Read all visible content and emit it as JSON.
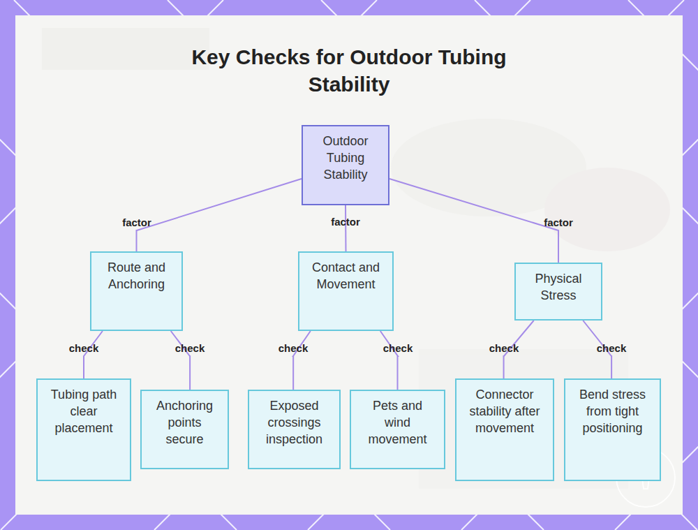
{
  "diagram": {
    "title": "Key Checks for Outdoor Tubing Stability",
    "nodes": [
      {
        "text": [
          "Outdoor Tubing Stability"
        ]
      },
      {
        "text": [
          "Route and Anchoring"
        ]
      },
      {
        "text": [
          "Contact and Movement"
        ]
      },
      {
        "text": [
          "Physical Stress"
        ]
      },
      {
        "text": [
          "Tubing path clear placement"
        ]
      },
      {
        "text": [
          "Anchoring points secure"
        ]
      },
      {
        "text": [
          "Exposed crossings inspection"
        ]
      },
      {
        "text": [
          "Pets and wind movement"
        ]
      },
      {
        "text": [
          "Connector stability after movement"
        ]
      },
      {
        "text": [
          "Bend stress from tight positioning"
        ]
      }
    ],
    "edges": [
      {
        "from": 0,
        "to": 1,
        "label": "factor",
        "arrow": "none"
      },
      {
        "from": 0,
        "to": 2,
        "label": "factor",
        "arrow": "none"
      },
      {
        "from": 0,
        "to": 3,
        "label": "factor",
        "arrow": "none"
      },
      {
        "from": 1,
        "to": 4,
        "label": "check",
        "arrow": "none"
      },
      {
        "from": 1,
        "to": 5,
        "label": "check",
        "arrow": "none"
      },
      {
        "from": 2,
        "to": 6,
        "label": "check",
        "arrow": "none"
      },
      {
        "from": 2,
        "to": 7,
        "label": "check",
        "arrow": "none"
      },
      {
        "from": 3,
        "to": 8,
        "label": "check",
        "arrow": "none"
      },
      {
        "from": 3,
        "to": 9,
        "label": "check",
        "arrow": "none"
      }
    ]
  }
}
